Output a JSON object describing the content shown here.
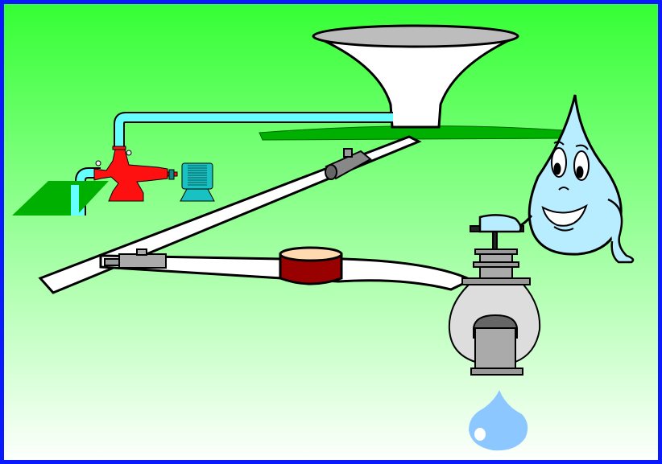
{
  "colors": {
    "border": "#0a1aff",
    "sky_top": "#33ff33",
    "sky_bottom": "#ffffff",
    "ground": "#00b000",
    "pipe": "#ffffff",
    "supply_pipe": "#66ffff",
    "pump": "#ff1010",
    "motor": "#19c2c2",
    "coupling": "#990000",
    "valve": "#aaaaaa",
    "water_drop": "#8cc8ff",
    "character": "#b8ecff"
  },
  "icons": {
    "tower": "water-tower",
    "pump": "centrifugal-pump",
    "motor": "electric-motor",
    "faucet": "water-faucet",
    "mascot": "water-drop-character",
    "drop": "water-drop"
  }
}
